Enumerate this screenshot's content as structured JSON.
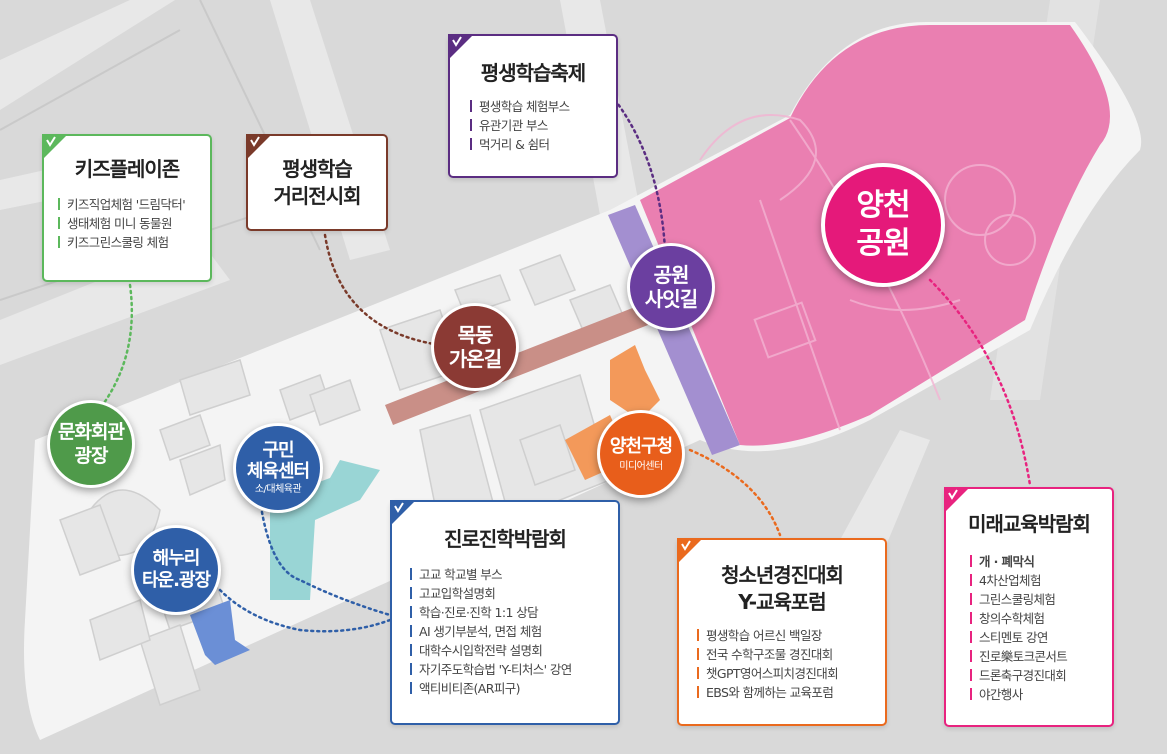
{
  "colors": {
    "kids": "#5cb85c",
    "exhibit": "#7a3a2a",
    "festival": "#5b2d82",
    "career": "#2f5fa8",
    "youth": "#ea6a1e",
    "future": "#e8237f",
    "park_fill": "#ea7fb1",
    "mokdong": "#8b3a34",
    "saitgil": "#6b3fa0",
    "culture": "#4f9a4a",
    "gumin": "#2f5fa8",
    "haenuri": "#2f5fa8",
    "yangcheon_gucheong": "#e85e1b",
    "yangcheon_park": "#e5197a"
  },
  "places": {
    "park": {
      "label": "양천\n공원"
    },
    "saitgil": {
      "label": "공원\n사잇길"
    },
    "mokdong": {
      "label": "목동\n가온길"
    },
    "gucheong": {
      "label": "양천구청",
      "sub": "미디어센터"
    },
    "culture": {
      "label": "문화회관\n광장"
    },
    "gumin": {
      "label": "구민\n체육센터",
      "sub": "소/대체육관"
    },
    "haenuri": {
      "label": "해누리\n타운.광장"
    }
  },
  "cards": {
    "kids": {
      "title": "키즈플레이존",
      "items": [
        "키즈직업체험 '드림닥터'",
        "생태체험 미니 동물원",
        "키즈그린스쿨링 체험"
      ]
    },
    "exhibit": {
      "title": "평생학습\n거리전시회",
      "items": []
    },
    "festival": {
      "title": "평생학습축제",
      "items": [
        "평생학습 체험부스",
        "유관기관 부스",
        "먹거리 & 쉼터"
      ]
    },
    "career": {
      "title": "진로진학박람회",
      "items": [
        "고교 학교별 부스",
        "고교입학설명회",
        "학습·진로·진학 1:1 상담",
        "AI 생기부분석, 면접 체험",
        "대학수시입학전략 설명회",
        "자기주도학습법 'Y-티처스' 강연",
        "액티비티존(AR피구)"
      ]
    },
    "youth": {
      "title": "청소년경진대회\nY-교육포럼",
      "items": [
        "평생학습 어르신 백일장",
        "전국 수학구조물 경진대회",
        "챗GPT영어스피치경진대회",
        "EBS와 함께하는 교육포럼"
      ]
    },
    "future": {
      "title": "미래교육박람회",
      "items": [
        "개 · 폐막식",
        "4차산업체험",
        "그린스쿨링체험",
        "창의수학체험",
        "스티멘토 강연",
        "진로樂토크콘서트",
        "드론축구경진대회",
        "야간행사"
      ]
    }
  }
}
